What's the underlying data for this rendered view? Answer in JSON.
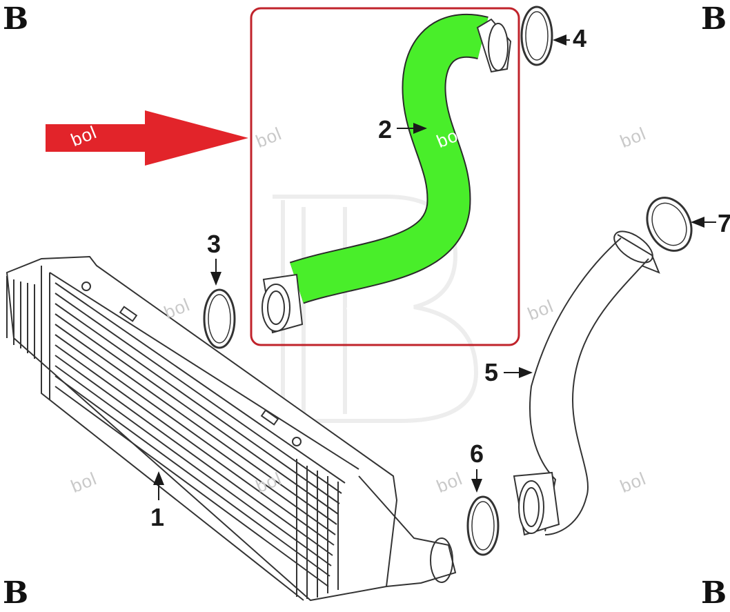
{
  "brand": {
    "corner_letter": "B",
    "watermark_text": "bol"
  },
  "colors": {
    "highlight_part": "#49ee2a",
    "highlight_box": "#c0232b",
    "pointer_arrow": "#e2242a",
    "line_art": "#333333"
  },
  "diagram": {
    "callouts": [
      {
        "id": "1",
        "label": "1"
      },
      {
        "id": "2",
        "label": "2"
      },
      {
        "id": "3",
        "label": "3"
      },
      {
        "id": "4",
        "label": "4"
      },
      {
        "id": "5",
        "label": "5"
      },
      {
        "id": "6",
        "label": "6"
      },
      {
        "id": "7",
        "label": "7"
      }
    ],
    "highlighted_part": "2"
  }
}
